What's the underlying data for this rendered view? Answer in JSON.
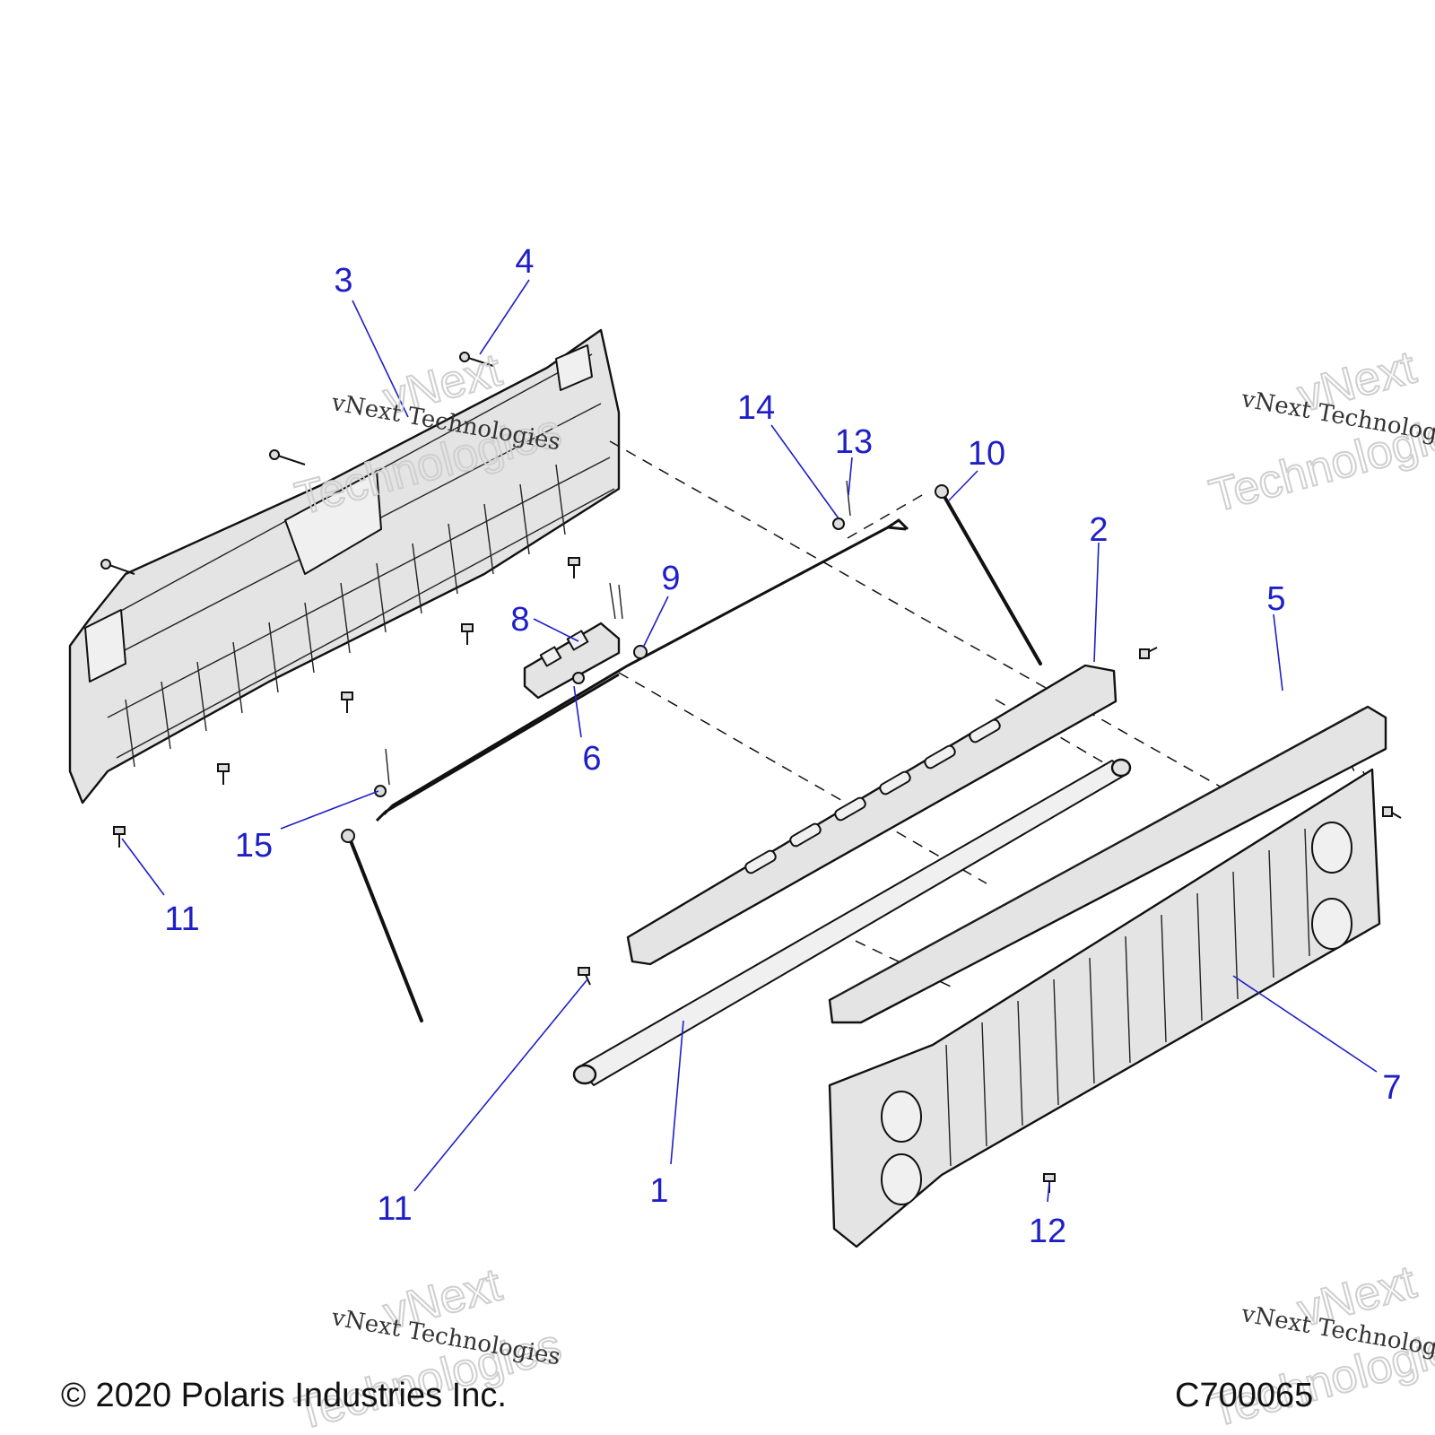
{
  "callouts": [
    {
      "id": "1",
      "label": "1"
    },
    {
      "id": "2",
      "label": "2"
    },
    {
      "id": "3",
      "label": "3"
    },
    {
      "id": "4",
      "label": "4"
    },
    {
      "id": "5",
      "label": "5"
    },
    {
      "id": "6",
      "label": "6"
    },
    {
      "id": "7",
      "label": "7"
    },
    {
      "id": "8",
      "label": "8"
    },
    {
      "id": "9",
      "label": "9"
    },
    {
      "id": "10",
      "label": "10"
    },
    {
      "id": "11a",
      "label": "11"
    },
    {
      "id": "11b",
      "label": "11"
    },
    {
      "id": "12",
      "label": "12"
    },
    {
      "id": "13",
      "label": "13"
    },
    {
      "id": "14",
      "label": "14"
    },
    {
      "id": "15",
      "label": "15"
    }
  ],
  "watermark": {
    "line_small": "vNext Technologies",
    "word_top": "vNext",
    "word_bottom": "Technologies"
  },
  "footer": {
    "copyright": "© 2020 Polaris Industries Inc.",
    "drawing_number": "C700065"
  },
  "colors": {
    "callout": "#1f1fc8",
    "line_art": "#111111",
    "part_fill": "#e4e4e4"
  }
}
